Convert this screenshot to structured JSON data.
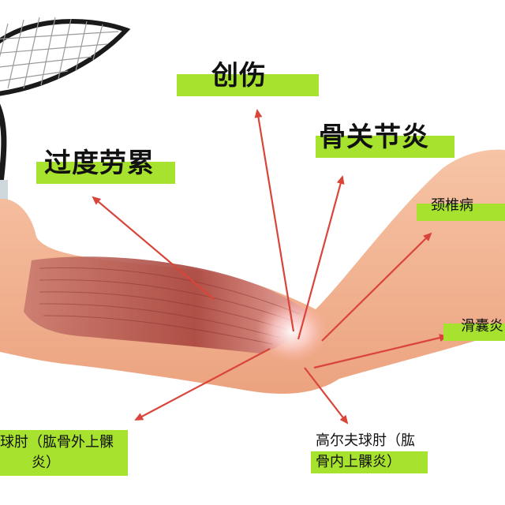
{
  "labels": {
    "injury": "创伤",
    "arthritis": "骨关节炎",
    "overuse": "过度劳累",
    "cervical": "颈椎病",
    "bursitis": "滑囊炎",
    "tennis_elbow_line1": "球肘（肱骨外上髁",
    "tennis_elbow_line2": "炎）",
    "golfers_elbow_line1": "高尔夫球肘（肱",
    "golfers_elbow_line2": "骨内上髁炎）"
  },
  "colors": {
    "highlight": "#a6e22e",
    "arrow": "#d9453a",
    "skin": "#f3b99a",
    "muscle": "#b8544c"
  },
  "icons": {
    "racket": "tennis-racket-icon"
  }
}
